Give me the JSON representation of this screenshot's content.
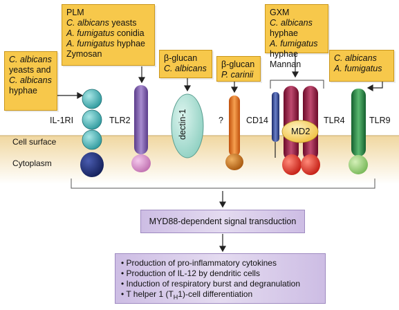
{
  "boxes": {
    "il1ri": {
      "l1_it": "C. albicans",
      "l2": "yeasts and",
      "l3_it": "C. albicans",
      "l4": "hyphae"
    },
    "tlr2": {
      "title": "PLM",
      "l1_it": "C. albicans",
      "l1_rest": " yeasts",
      "l2_it": "A. fumigatus",
      "l2_rest": " conidia",
      "l3_it": "A. fumigatus",
      "l3_rest": " hyphae",
      "l4": "Zymosan"
    },
    "dectin": {
      "l1": "β-glucan",
      "l2_it": "C. albicans"
    },
    "unknown": {
      "l1": "β-glucan",
      "l2_it": "P. carinii"
    },
    "tlr4": {
      "title": "GXM",
      "l1_it": "C. albicans",
      "l1_rest": " hyphae",
      "l2_it": "A. fumigatus",
      "l2_rest": " hyphae",
      "l3": "Mannan"
    },
    "tlr9": {
      "l1_it": "C. albicans",
      "l2_it": "A. fumigatus"
    }
  },
  "receptors": {
    "il1ri": "IL-1RI",
    "tlr2": "TLR2",
    "dectin": "dectin-1",
    "unknown": "?",
    "cd14": "CD14",
    "md2": "MD2",
    "tlr4": "TLR4",
    "tlr9": "TLR9"
  },
  "membrane": {
    "cell_surface": "Cell surface",
    "cytoplasm": "Cytoplasm"
  },
  "signal": "MYD88-dependent signal transduction",
  "outcomes": [
    "• Production of pro-inflammatory cytokines",
    "• Production of IL-12 by dendritic cells",
    "• Induction of respiratory burst and degranulation",
    "• T helper 1 (T",
    "H",
    "1)-cell differentiation"
  ],
  "colors": {
    "teal": "#4ab8b8",
    "navy": "#1f2f78",
    "purple": "#7a5ca8",
    "pink": "#d894c8",
    "orange": "#e8761c",
    "maroon": "#8a1438",
    "red": "#e23a2a",
    "green": "#2a8a48",
    "lightgreen": "#9ad080",
    "yellow": "#f7c84b",
    "membrane": "#f3dca7"
  }
}
